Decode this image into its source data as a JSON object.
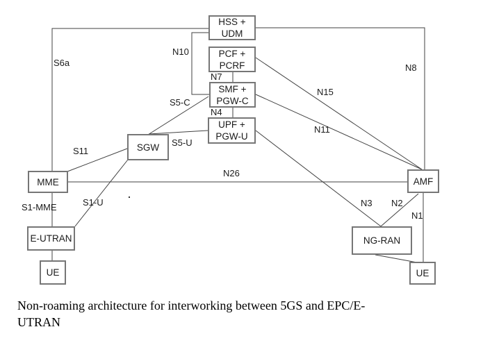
{
  "diagram": {
    "boxes": [
      {
        "id": "hss-udm",
        "line1": "HSS +",
        "line2": "UDM"
      },
      {
        "id": "pcf-pcrf",
        "line1": "PCF +",
        "line2": "PCRF"
      },
      {
        "id": "smf-pgwc",
        "line1": "SMF +",
        "line2": "PGW-C"
      },
      {
        "id": "upf-pgwu",
        "line1": "UPF +",
        "line2": "PGW-U"
      },
      {
        "id": "sgw",
        "line1": "SGW",
        "line2": ""
      },
      {
        "id": "mme",
        "line1": "MME",
        "line2": ""
      },
      {
        "id": "e-utran",
        "line1": "E-UTRAN",
        "line2": ""
      },
      {
        "id": "ue-left",
        "line1": "UE",
        "line2": ""
      },
      {
        "id": "amf",
        "line1": "AMF",
        "line2": ""
      },
      {
        "id": "ng-ran",
        "line1": "NG-RAN",
        "line2": ""
      },
      {
        "id": "ue-right",
        "line1": "UE",
        "line2": ""
      }
    ],
    "edge_labels": [
      {
        "id": "s6a",
        "text": "S6a"
      },
      {
        "id": "n10",
        "text": "N10"
      },
      {
        "id": "n7",
        "text": "N7"
      },
      {
        "id": "s5c",
        "text": "S5-C"
      },
      {
        "id": "n4",
        "text": "N4"
      },
      {
        "id": "s5u",
        "text": "S5-U"
      },
      {
        "id": "s11",
        "text": "S11"
      },
      {
        "id": "s1mme",
        "text": "S1-MME"
      },
      {
        "id": "s1u",
        "text": "S1-U"
      },
      {
        "id": "n26",
        "text": "N26"
      },
      {
        "id": "n8",
        "text": "N8"
      },
      {
        "id": "n15",
        "text": "N15"
      },
      {
        "id": "n11",
        "text": "N11"
      },
      {
        "id": "n3",
        "text": "N3"
      },
      {
        "id": "n2",
        "text": "N2"
      },
      {
        "id": "n1",
        "text": "N1"
      }
    ],
    "edges": [
      {
        "label": "S6a",
        "from": "hss-udm",
        "to": "mme"
      },
      {
        "label": "N10",
        "from": "hss-udm",
        "to": "smf-pgwc"
      },
      {
        "label": "N7",
        "from": "pcf-pcrf",
        "to": "smf-pgwc"
      },
      {
        "label": "N4",
        "from": "smf-pgwc",
        "to": "upf-pgwu"
      },
      {
        "label": "N8",
        "from": "hss-udm",
        "to": "amf"
      },
      {
        "label": "N15",
        "from": "pcf-pcrf",
        "to": "amf"
      },
      {
        "label": "N11",
        "from": "smf-pgwc",
        "to": "amf"
      },
      {
        "label": "S5-C",
        "from": "sgw",
        "to": "smf-pgwc"
      },
      {
        "label": "S5-U",
        "from": "sgw",
        "to": "upf-pgwu"
      },
      {
        "label": "S11",
        "from": "mme",
        "to": "sgw"
      },
      {
        "label": "S1-U",
        "from": "e-utran",
        "to": "sgw"
      },
      {
        "label": "N26",
        "from": "mme",
        "to": "amf"
      },
      {
        "label": "S1-MME",
        "from": "mme",
        "to": "e-utran"
      },
      {
        "label": "",
        "from": "e-utran",
        "to": "ue-left"
      },
      {
        "label": "N3",
        "from": "upf-pgwu",
        "to": "ng-ran"
      },
      {
        "label": "N2",
        "from": "amf",
        "to": "ng-ran"
      },
      {
        "label": "N1",
        "from": "amf",
        "to": "ue-right"
      },
      {
        "label": "",
        "from": "ng-ran",
        "to": "ue-right"
      }
    ],
    "colors": {
      "box_border": "#767676",
      "line": "#404040",
      "text": "#1a1a1a",
      "background": "#ffffff"
    }
  },
  "caption": {
    "line1": "Non-roaming architecture for interworking between 5GS and EPC/E-",
    "line2": "UTRAN"
  }
}
